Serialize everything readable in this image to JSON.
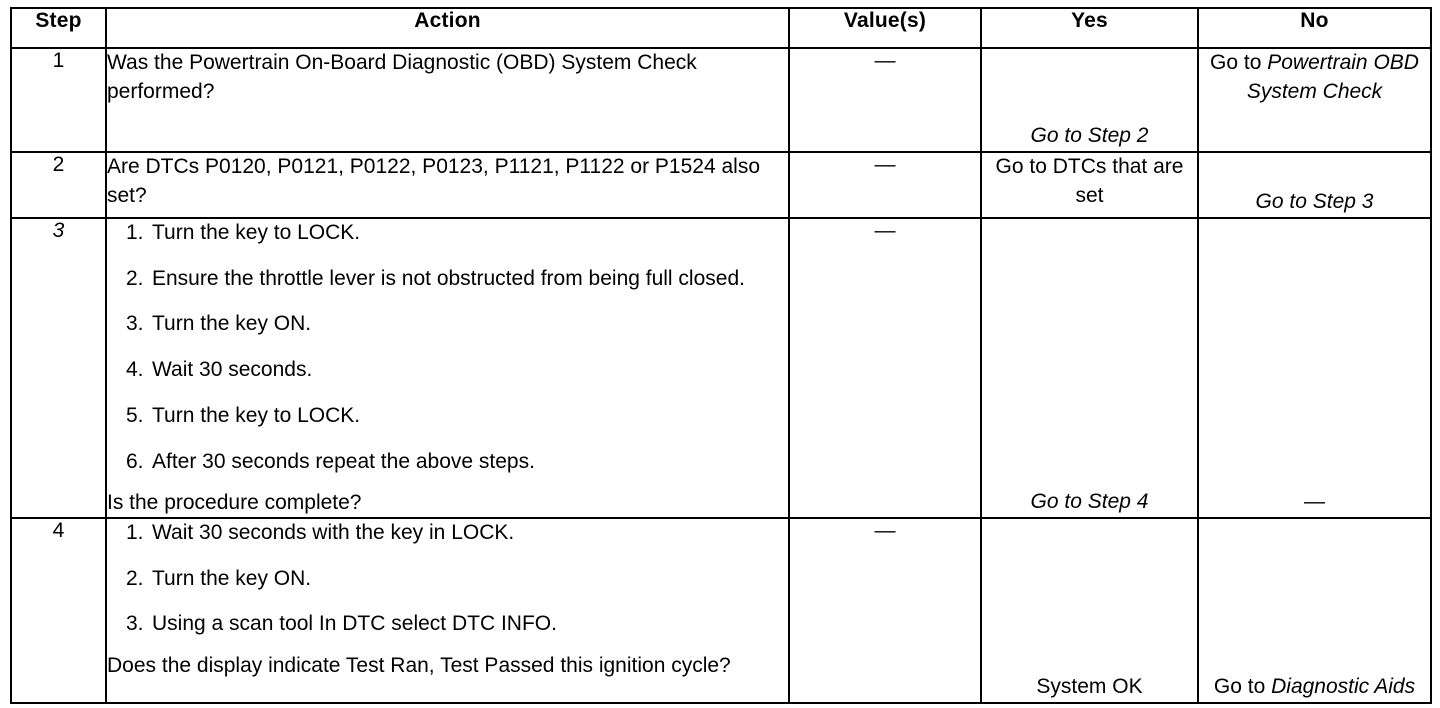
{
  "table": {
    "headers": [
      "Step",
      "Action",
      "Value(s)",
      "Yes",
      "No"
    ],
    "dash": "—",
    "rows": [
      {
        "step": "1",
        "step_italic": false,
        "action_type": "text",
        "action_text": "Was the Powertrain On-Board Diagnostic (OBD) System Check performed?",
        "value": "—",
        "yes": {
          "prefix": "",
          "italic": "Go to Step 2",
          "align": "bottom"
        },
        "no": {
          "prefix": "Go to ",
          "italic": "Powertrain OBD System Check",
          "align": "top"
        }
      },
      {
        "step": "2",
        "step_italic": false,
        "action_type": "text",
        "action_text": "Are DTCs P0120, P0121, P0122, P0123, P1121, P1122 or P1524 also set?",
        "value": "—",
        "yes": {
          "prefix": "Go to DTCs that are set",
          "italic": "",
          "align": "top"
        },
        "no": {
          "prefix": "",
          "italic": "Go to Step 3",
          "align": "bottom"
        }
      },
      {
        "step": "3",
        "step_italic": true,
        "action_type": "list",
        "action_items": [
          "Turn the key to LOCK.",
          "Ensure the throttle lever is not obstructed from being full closed.",
          "Turn the key ON.",
          "Wait 30 seconds.",
          "Turn the key to LOCK.",
          "After 30 seconds repeat the above steps."
        ],
        "action_tail": "Is the procedure complete?",
        "value": "—",
        "yes": {
          "prefix": "",
          "italic": "Go to Step 4",
          "align": "bottom"
        },
        "no": {
          "prefix": "—",
          "italic": "",
          "align": "bottom"
        }
      },
      {
        "step": "4",
        "step_italic": false,
        "action_type": "list",
        "action_items": [
          "Wait 30 seconds with the key in LOCK.",
          "Turn the key ON.",
          "Using a scan tool In DTC select DTC INFO."
        ],
        "action_tail": "Does the display indicate Test Ran, Test Passed this ignition cycle?",
        "value": "—",
        "yes": {
          "prefix": "System OK",
          "italic": "",
          "align": "bottom"
        },
        "no": {
          "prefix": "Go to ",
          "italic": "Diagnostic Aids",
          "align": "bottom"
        }
      }
    ]
  }
}
